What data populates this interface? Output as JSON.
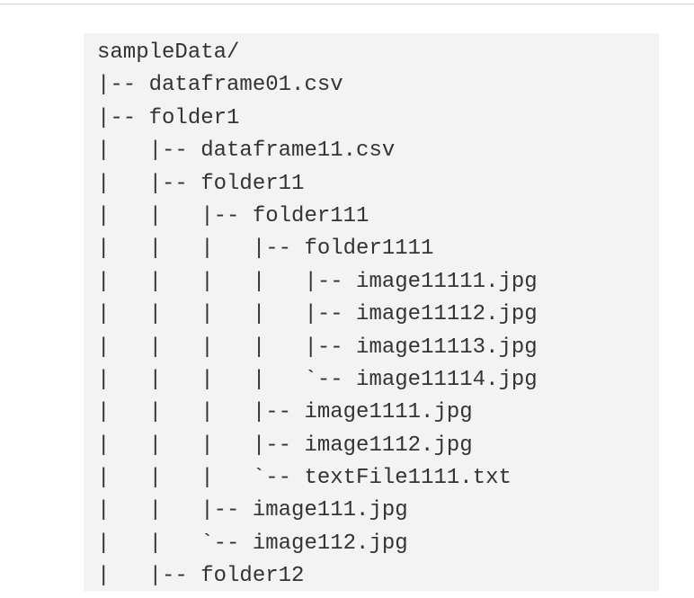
{
  "tree": {
    "lines": [
      "sampleData/",
      "|-- dataframe01.csv",
      "|-- folder1",
      "|   |-- dataframe11.csv",
      "|   |-- folder11",
      "|   |   |-- folder111",
      "|   |   |   |-- folder1111",
      "|   |   |   |   |-- image11111.jpg",
      "|   |   |   |   |-- image11112.jpg",
      "|   |   |   |   |-- image11113.jpg",
      "|   |   |   |   `-- image11114.jpg",
      "|   |   |   |-- image1111.jpg",
      "|   |   |   |-- image1112.jpg",
      "|   |   |   `-- textFile1111.txt",
      "|   |   |-- image111.jpg",
      "|   |   `-- image112.jpg",
      "|   |-- folder12"
    ]
  }
}
